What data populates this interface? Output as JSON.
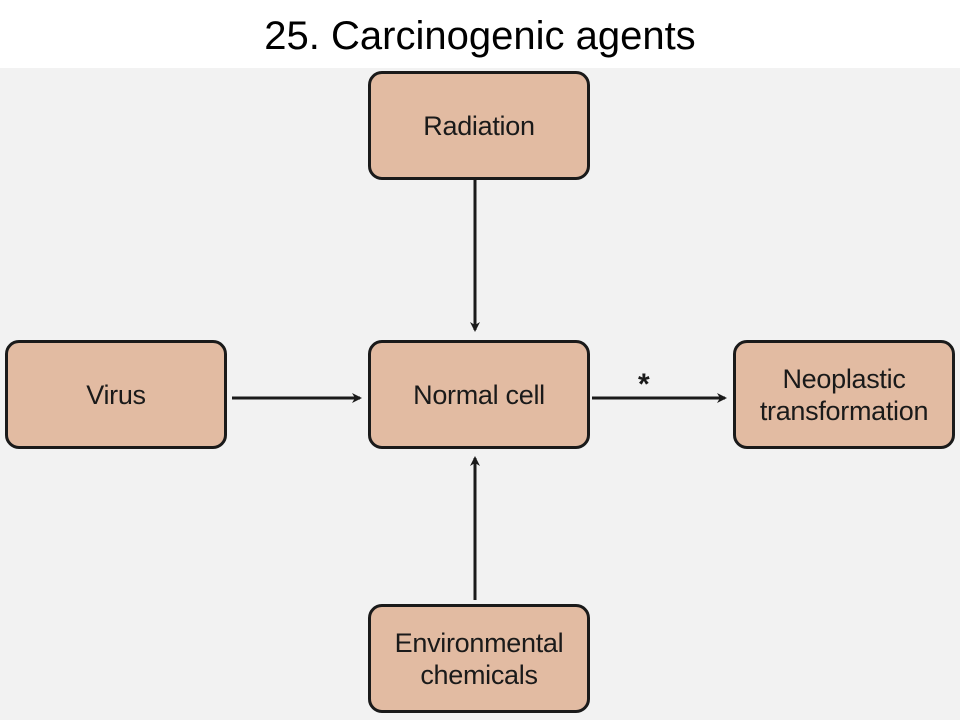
{
  "title": "25. Carcinogenic agents",
  "colors": {
    "box_fill": "#e2bba2",
    "box_border": "#1a1a1a",
    "background": "#f2f2f2",
    "arrow": "#1a1a1a"
  },
  "diagram": {
    "nodes": {
      "radiation": {
        "label": "Radiation"
      },
      "virus": {
        "label": "Virus"
      },
      "normal_cell": {
        "label": "Normal cell"
      },
      "neoplastic": {
        "line1": "Neoplastic",
        "line2": "transformation"
      },
      "environmental": {
        "line1": "Environmental",
        "line2": "chemicals"
      }
    },
    "edges": [
      {
        "from": "radiation",
        "to": "normal_cell"
      },
      {
        "from": "virus",
        "to": "normal_cell"
      },
      {
        "from": "environmental",
        "to": "normal_cell"
      },
      {
        "from": "normal_cell",
        "to": "neoplastic",
        "label": "*"
      }
    ]
  }
}
